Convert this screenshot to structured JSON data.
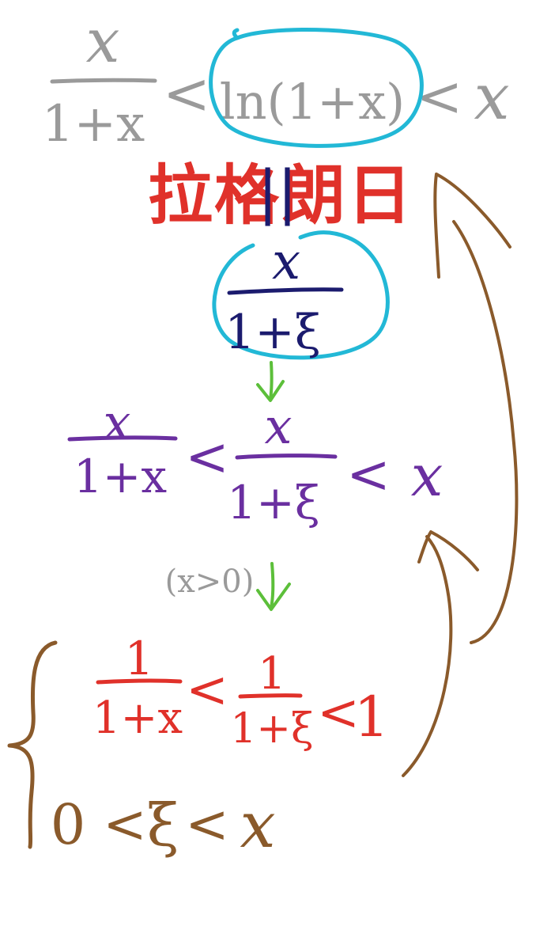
{
  "colors": {
    "gray": "#9a9a9a",
    "cyan": "#22b8d6",
    "navy": "#1b1b6e",
    "green": "#5cbf3a",
    "purple": "#6a2fa0",
    "red": "#e0312a",
    "brown": "#8a5a2b"
  },
  "top_inequality": {
    "left_numerator": "x",
    "left_denominator": "1+x",
    "less1": "<",
    "middle": "ln(1+x)",
    "less2": "<",
    "right": "x"
  },
  "heading": {
    "text": "拉格朗日",
    "separator": "||"
  },
  "mean_value_term": {
    "numerator": "x",
    "denominator": "1+ξ"
  },
  "bounds_inequality": {
    "left_numerator": "x",
    "left_denominator": "1+x",
    "less1": "<",
    "middle_numerator": "x",
    "middle_denominator": "1+ξ",
    "less2": "<",
    "right": "x"
  },
  "condition": "(x>0)",
  "system": {
    "line1": {
      "left_numerator": "1",
      "left_denominator": "1+x",
      "less1": "<",
      "middle_numerator": "1",
      "middle_denominator": "1+ξ",
      "less2": "<",
      "right": "1"
    },
    "line2": {
      "left": "0",
      "less1": "<",
      "middle": "ξ",
      "less2": "<",
      "right": "x"
    }
  },
  "icons": [
    "down-arrow-icon",
    "down-arrow-icon",
    "curved-arrow-icon",
    "curved-arrow-icon",
    "left-brace-icon",
    "ellipse-highlight-icon"
  ]
}
